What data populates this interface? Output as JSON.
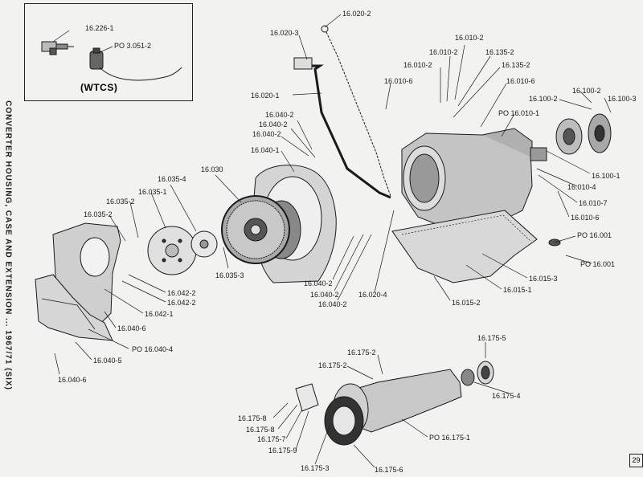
{
  "side_title": "CONVERTER HOUSING, CASE AND EXTENSION ... 1967/71 (SIX)",
  "inset_title": "(WTCS)",
  "page_number": "29",
  "labels": {
    "l16226_1": "16.226-1",
    "lpo3051_2": "PO 3.051-2",
    "l16020_2": "16.020-2",
    "l16020_3": "16.020-3",
    "l16020_1": "16.020-1",
    "l16010_2a": "16.010-2",
    "l16010_2b": "16.010-2",
    "l16010_2c": "16.010-2",
    "l16135_2a": "16.135-2",
    "l16135_2b": "16.135-2",
    "l16010_6a": "16.010-6",
    "l16010_6b": "16.010-6",
    "lpo16010_1": "PO 16.010-1",
    "l16100_2a": "16.100-2",
    "l16100_2b": "16.100-2",
    "l16100_3": "16.100-3",
    "l16100_1": "16.100-1",
    "l16010_4": "16.010-4",
    "l16010_7": "16.010-7",
    "l16010_6c": "16.010-6",
    "lpo16001a": "PO 16.001",
    "lpo16001b": "PO 16.001",
    "l16040_2a": "16.040-2",
    "l16040_2b": "16.040-2",
    "l16040_2c": "16.040-2",
    "l16040_1": "16.040-1",
    "l16030": "16.030",
    "l16035_4": "16.035-4",
    "l16035_1": "16.035-1",
    "l16035_2a": "16.035-2",
    "l16035_2b": "16.035-2",
    "l16035_3": "16.035-3",
    "l16042_2a": "16.042-2",
    "l16042_2b": "16.042-2",
    "l16042_1": "16.042-1",
    "l16040_6a": "16.040-6",
    "lpo16040_4": "PO 16.040-4",
    "l16040_5": "16.040-5",
    "l16040_6b": "16.040-6",
    "l16040_2d": "16.040-2",
    "l16040_2e": "16.040-2",
    "l16040_2f": "16.040-2",
    "l16020_4": "16.020-4",
    "l16015_3": "16.015-3",
    "l16015_1": "16.015-1",
    "l16015_2": "16.015-2",
    "l16175_5": "16.175-5",
    "l16175_2a": "16.175-2",
    "l16175_2b": "16.175-2",
    "l16175_4": "16.175-4",
    "l16175_8a": "16.175-8",
    "l16175_8b": "16.175-8",
    "l16175_7": "16.175-7",
    "l16175_9": "16.175-9",
    "lpo16175_1": "PO 16.175-1",
    "l16175_3": "16.175-3",
    "l16175_6": "16.175-6"
  }
}
